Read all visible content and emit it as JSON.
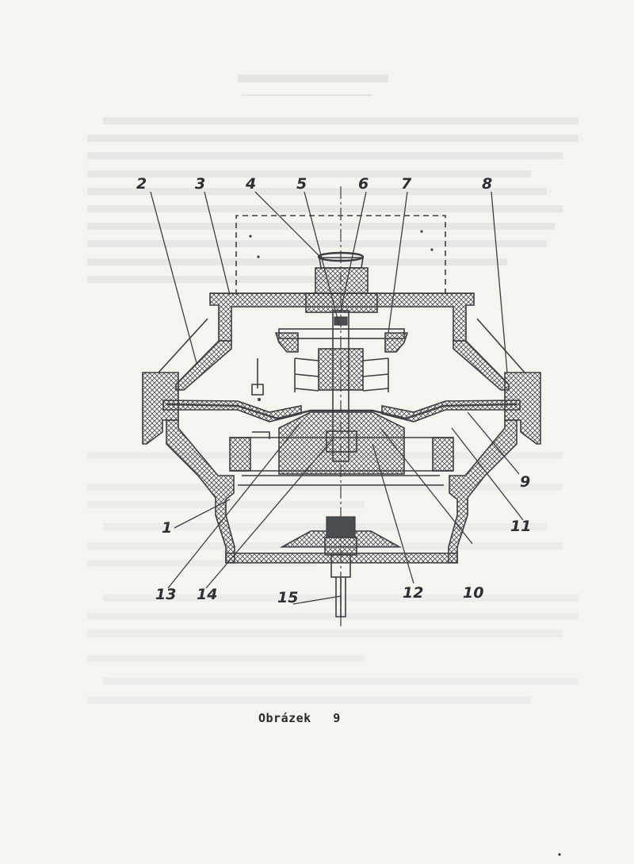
{
  "figure": {
    "caption_word": "Obrázek",
    "caption_number": "9",
    "callouts": [
      "1",
      "2",
      "3",
      "4",
      "5",
      "6",
      "7",
      "8",
      "9",
      "10",
      "11",
      "12",
      "13",
      "14",
      "15"
    ]
  }
}
